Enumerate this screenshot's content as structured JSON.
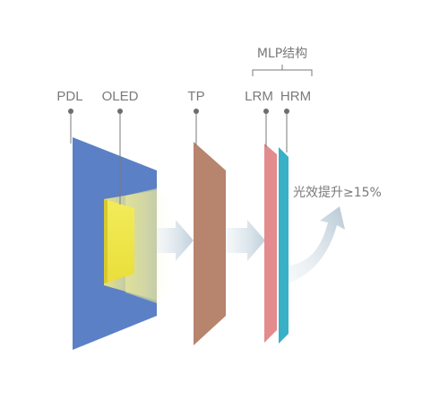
{
  "labels": {
    "pdl": "PDL",
    "oled": "OLED",
    "tp": "TP",
    "lrm": "LRM",
    "hrm": "HRM",
    "mlp": "MLP结构",
    "gain": "光效提升≥15%"
  },
  "colors": {
    "pdl": "#5b80c5",
    "oled": "#f0e84e",
    "tp": "#b7846d",
    "lrm": "#e38b8d",
    "hrm": "#38b1c6",
    "text": "#7a7a7a",
    "line": "#7a7a7a",
    "arrow": "#d5e1e9"
  }
}
